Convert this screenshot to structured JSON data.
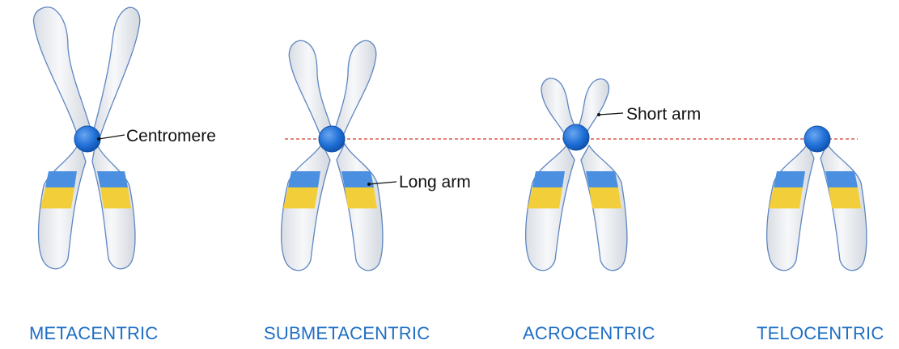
{
  "diagram": {
    "callouts": {
      "centromere": "Centromere",
      "long_arm": "Long arm",
      "short_arm": "Short arm"
    },
    "types": [
      {
        "label": "METACENTRIC"
      },
      {
        "label": "SUBMETACENTRIC"
      },
      {
        "label": "ACROCENTRIC"
      },
      {
        "label": "TELOCENTRIC"
      }
    ],
    "colors": {
      "chromatid_fill": "#eef0f3",
      "chromatid_outline": "#5e86c2",
      "centromere": "#1f6fd6",
      "band_blue": "#4a8fe0",
      "band_yellow": "#f2cf3a",
      "guide_line": "#d23a2a",
      "label_blue": "#1f6fc4"
    }
  }
}
